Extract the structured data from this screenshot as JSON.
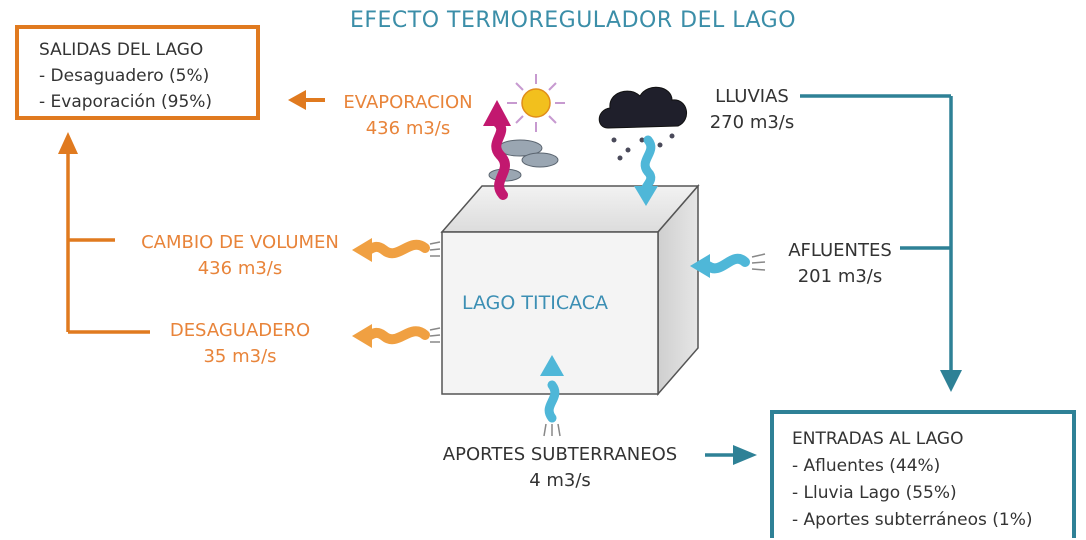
{
  "title": "EFECTO TERMOREGULADOR DEL LAGO",
  "outputs_box": {
    "heading": "SALIDAS DEL LAGO",
    "items": [
      "- Desaguadero (5%)",
      "- Evaporación (95%)"
    ]
  },
  "inputs_box": {
    "heading": "ENTRADAS AL LAGO",
    "items": [
      "- Afluentes (44%)",
      "- Lluvia Lago (55%)",
      "- Aportes subterráneos (1%)"
    ]
  },
  "lake": {
    "label": "LAGO TITICACA"
  },
  "flows": {
    "evaporacion": {
      "name": "EVAPORACION",
      "value": "436 m3/s"
    },
    "lluvias": {
      "name": "LLUVIAS",
      "value": "270 m3/s"
    },
    "cambio_volumen": {
      "name": "CAMBIO DE VOLUMEN",
      "value": "436 m3/s"
    },
    "desaguadero": {
      "name": "DESAGUADERO",
      "value": "35 m3/s"
    },
    "afluentes": {
      "name": "AFLUENTES",
      "value": "201 m3/s"
    },
    "aportes": {
      "name": "APORTES SUBTERRANEOS",
      "value": "4 m3/s"
    }
  },
  "colors": {
    "output_accent": "#e07a1f",
    "input_accent": "#2e8196",
    "water": "#4fb7d8",
    "evaporation": "#c2186f",
    "sun": "#f2c01d"
  }
}
